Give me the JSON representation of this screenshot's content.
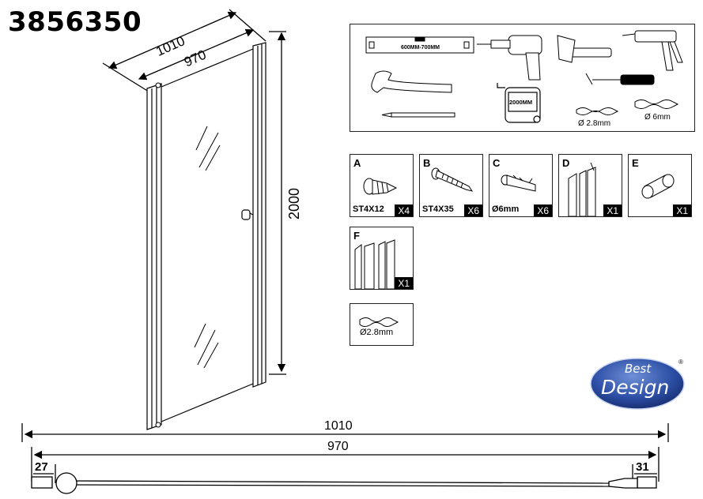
{
  "product_code": "3856350",
  "door_view": {
    "dim_outer_width": "1010",
    "dim_inner_width": "970",
    "dim_height": "2000"
  },
  "tools": {
    "level_label": "600MM-700MM",
    "tape_label": "2000MM",
    "drill_bit_small": "Ø 2.8mm",
    "drill_bit_large": "Ø 6mm"
  },
  "parts": [
    {
      "letter": "A",
      "label": "ST4X12",
      "qty": "X4"
    },
    {
      "letter": "B",
      "label": "ST4X35",
      "qty": "X6"
    },
    {
      "letter": "C",
      "label": "Ø6mm",
      "qty": "X6"
    },
    {
      "letter": "D",
      "label": "",
      "qty": "X1"
    },
    {
      "letter": "E",
      "label": "",
      "qty": "X1"
    },
    {
      "letter": "F",
      "label": "",
      "qty": "X1"
    }
  ],
  "drill_bit_box_label": "Ø2.8mm",
  "brand": {
    "line1": "Best",
    "line2": "Design",
    "mark": "®"
  },
  "plan_view": {
    "dim_outer_width": "1010",
    "dim_inner_width": "970",
    "dim_left_offset": "27",
    "dim_right_offset": "31"
  }
}
